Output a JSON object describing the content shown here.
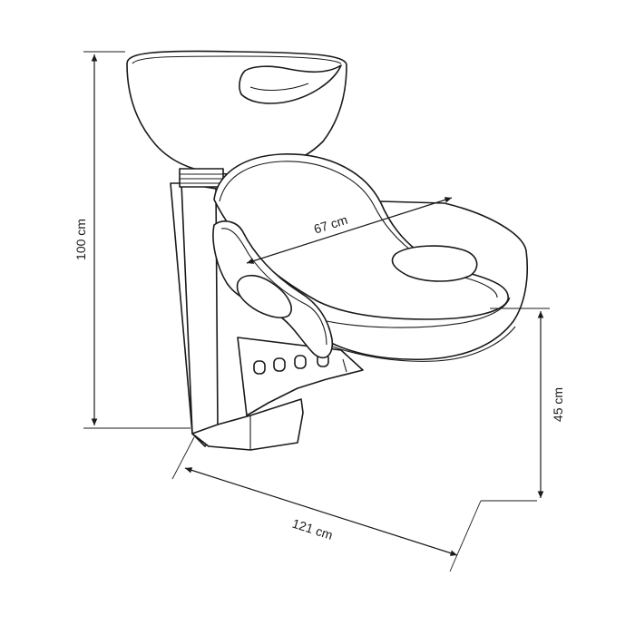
{
  "dimensions": {
    "height": "100 cm",
    "width": "121 cm",
    "seat_depth": "67 cm",
    "seat_height": "45 cm"
  },
  "colors": {
    "stroke": "#1a1a1a",
    "background": "#ffffff"
  }
}
